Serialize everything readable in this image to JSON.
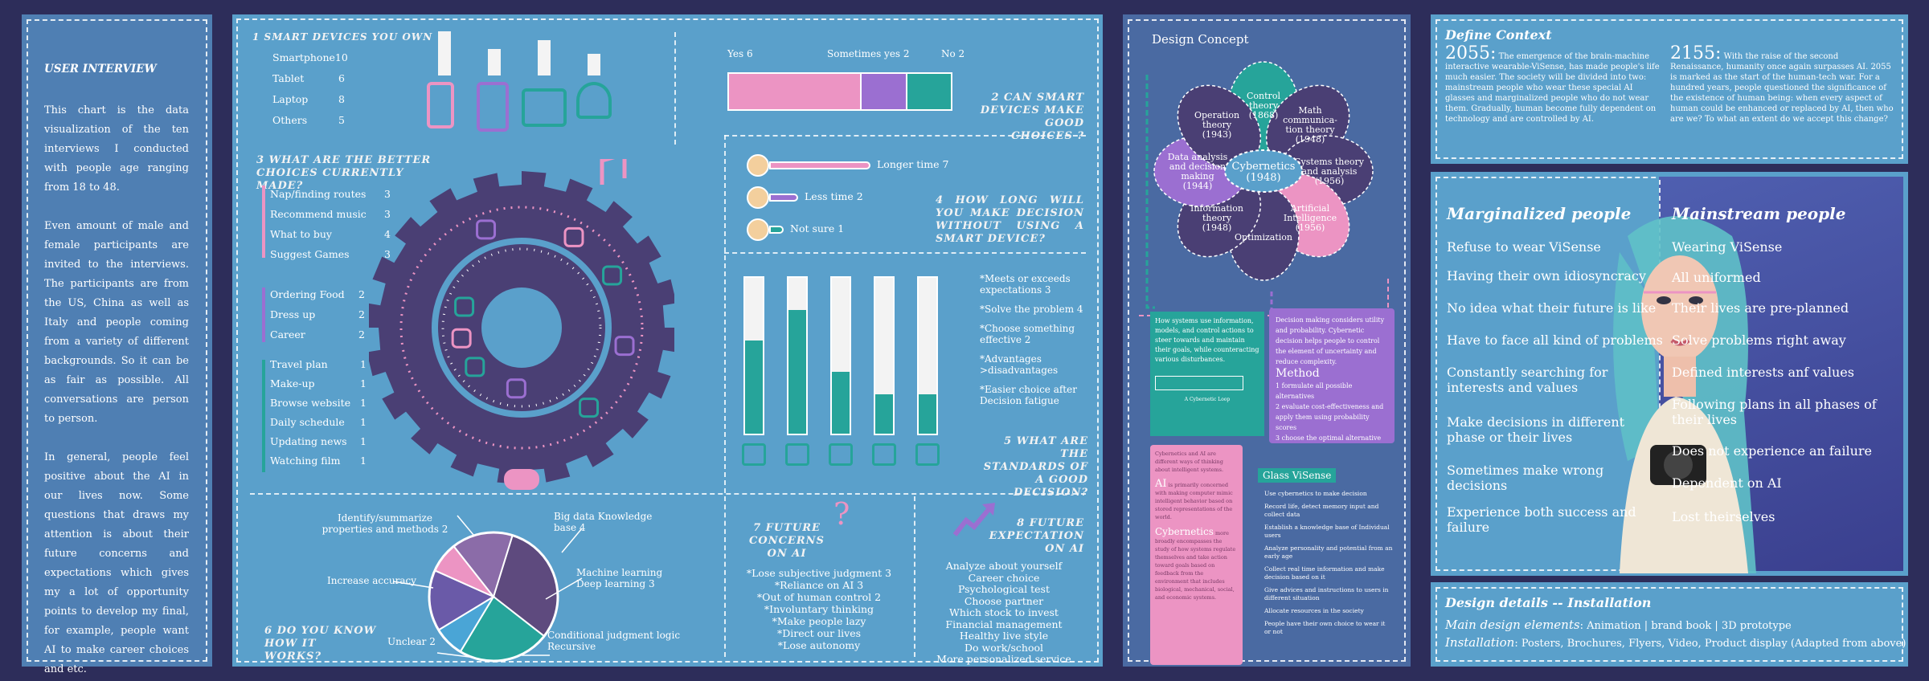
{
  "interview": {
    "title": "USER INTERVIEW",
    "p1": "This chart is the data visualization of the ten interviews I conducted with people age ranging from 18 to 48.",
    "p2": "Even amount of male and female participants are invited to the interviews. The participants are from the US, China as well as Italy and people coming from a variety of different backgrounds. So it can be as fair as possible. All conversations are person to person.",
    "p3": "In general, people feel positive about the AI in our lives now. Some questions that draws my attention is about their future concerns and expectations which gives my a lot of opportunity points to develop my final, for example, people want AI to make career choices and etc."
  },
  "q1": {
    "title": "1 SMART DEVICES YOU OWN",
    "rows": [
      {
        "label": "Smartphone",
        "value": "10"
      },
      {
        "label": "Tablet",
        "value": "6"
      },
      {
        "label": "Laptop",
        "value": "8"
      },
      {
        "label": "Others",
        "value": "5"
      }
    ],
    "levels": [
      10,
      6,
      8,
      5
    ]
  },
  "q2": {
    "title": "2 CAN SMART DEVICES MAKE GOOD CHOICES ?",
    "labels": [
      {
        "text": "Yes  6",
        "value": 6,
        "color": "#ec94c3"
      },
      {
        "text": "Sometimes yes 2",
        "value": 2,
        "color": "#9b6fd1"
      },
      {
        "text": "No 2",
        "value": 2,
        "color": "#26a49a"
      }
    ]
  },
  "q3": {
    "title": "3 WHAT ARE THE BETTER CHOICES CURRENTLY MADE?",
    "g1": [
      {
        "label": "Nap/finding routes",
        "value": "3"
      },
      {
        "label": "Recommend music",
        "value": "3"
      },
      {
        "label": "What to buy",
        "value": "4"
      },
      {
        "label": "Suggest Games",
        "value": "3"
      }
    ],
    "g2": [
      {
        "label": "Ordering Food",
        "value": "2"
      },
      {
        "label": "Dress up",
        "value": "2"
      },
      {
        "label": "Career",
        "value": "2"
      }
    ],
    "g3": [
      {
        "label": "Travel plan",
        "value": "1"
      },
      {
        "label": "Make-up",
        "value": "1"
      },
      {
        "label": "Browse website",
        "value": "1"
      },
      {
        "label": "Daily schedule",
        "value": "1"
      },
      {
        "label": "Updating news",
        "value": "1"
      },
      {
        "label": "Watching film",
        "value": "1"
      }
    ]
  },
  "q4": {
    "title": "4 HOW LONG WILL YOU MAKE DECISION WITHOUT USING A SMART DEVICE?",
    "rows": [
      {
        "label": "Longer time 7",
        "value": 7,
        "color": "#ec94c3"
      },
      {
        "label": "Less time 2",
        "value": 2,
        "color": "#9b6fd1"
      },
      {
        "label": "Not sure 1",
        "value": 1,
        "color": "#26a49a"
      }
    ]
  },
  "q5": {
    "title": "5 WHAT ARE THE STANDARDS OF A GOOD DECISION?",
    "items": [
      "*Meets or exceeds expectations 3",
      "*Solve the problem 4",
      "*Choose something effective 2",
      "*Advantages >disadvantages",
      "*Easier choice after Decision fatigue"
    ],
    "levels": [
      3,
      4,
      2,
      1,
      1
    ]
  },
  "q6": {
    "title": "6 DO YOU KNOW HOW IT WORKS?",
    "labels": [
      "Identify/summarize properties and methods 2",
      "Big data Knowledge base 4",
      "Machine learning Deep learning 3",
      "Conditional judgment logic Recursive",
      "Unclear 2",
      "Increase accuracy"
    ],
    "slices": [
      {
        "value": 4,
        "color": "#5e4a7e"
      },
      {
        "value": 3,
        "color": "#26a49a"
      },
      {
        "value": 1,
        "color": "#4aa5d6"
      },
      {
        "value": 2,
        "color": "#6a5aa8"
      },
      {
        "value": 1,
        "color": "#ec94c3"
      },
      {
        "value": 2,
        "color": "#8b6ca8"
      }
    ]
  },
  "q7": {
    "title": "7 FUTURE CONCERNS ON AI",
    "items": [
      "*Lose subjective judgment 3",
      "*Reliance on AI 3",
      "*Out of human control 2",
      "*Involuntary thinking",
      "*Make people lazy",
      "*Direct our lives",
      "*Lose autonomy"
    ]
  },
  "q8": {
    "title": "8 FUTURE EXPECTATION ON AI",
    "items": [
      "Analyze about yourself",
      "Career choice",
      "Psychological test",
      "Choose partner",
      "Which stock to invest",
      "Financial management",
      "Healthy live style",
      "Do work/school",
      "More personalized service"
    ]
  },
  "concept": {
    "title": "Design Concept",
    "petals": [
      "Control theory (1868)",
      "Math communication theory (1948)",
      "Systems theory and analysis (1956)",
      "Artificial Intelligence (1956)",
      "Optimization",
      "Information theory (1948)",
      "Data analysis and decision making (1944)",
      "Operation theory (1943)"
    ],
    "center": "Cybernetics (1948)",
    "box1": "How systems use information, models, and control actions to steer towards and maintain their goals, while counteracting various disturbances.",
    "loop": "A Cybernetic Loop",
    "box2": "Decision making considers utility and probability. Cybernetic decision helps people to control the element of uncertainty and reduce complexity.",
    "method": "Method",
    "steps": [
      "1 formulate all possible alternatives",
      "2 evaluate cost-effectiveness and apply them using probability scores",
      "3 choose the optimal alternative"
    ],
    "pink1": "Cybernetics and AI are different ways of thinking about intelligent systems.",
    "pink2a": "AI",
    "pink2": "is primarily concerned with making computer mimic intelligent behavior based on stored representations of the world.",
    "pink3a": "Cybernetics",
    "pink3": "more broadly encompasses the study of how systems regulate themselves and take action toward goals based on feedback from the environment that includes biological, mechanical, social, and economic systems.",
    "glass": "Glass ViSense",
    "gitems": [
      "Use cybernetics to make decision",
      "Record life, detect memory input and collect data",
      "Establish a knowledge base of Individual users",
      "Analyze personality and potential from an early age",
      "Collect real time information and make decision based on it",
      "Give advices and instructions to users in different situation",
      "Allocate resources in the society",
      "People have their own choice to wear it or not"
    ]
  },
  "context": {
    "title": "Define Context",
    "y1": "2055:",
    "t1": "The emergence of the brain-machine interactive wearable-ViSense, has made people's life much easier. The society will be divided into two: mainstream people who wear these special AI glasses and marginalized people who do not wear them. Gradually, human become fully dependent on technology and are controlled by AI.",
    "y2": "2155:",
    "t2": "With the raise of the second Renaissance, humanity once again surpasses AI. 2055 is marked as the start of the human-tech war. For a hundred years, people questioned the significance of the existence of human being: when every aspect of human could be enhanced or replaced by AI, then who are we? To what an extent do we accept this change?"
  },
  "people": {
    "left_title": "Marginalized people",
    "right_title": "Mainstream people",
    "left": [
      "Refuse to wear ViSense",
      "Having their own idiosyncracy",
      "No idea what their future is like",
      "Have to face all kind of problems",
      "Constantly searching for interests and values",
      "Make decisions in different phase or their lives",
      "Sometimes make wrong decisions",
      "Experience both success and failure"
    ],
    "right": [
      "Wearing ViSense",
      "All uniformed",
      "Their lives are pre-planned",
      "Solve problems right away",
      "Defined interests anf values",
      "Following plans in all phases of their lives",
      "Does not experience an failure",
      "Dependent on AI",
      "Lost theirselves"
    ]
  },
  "details": {
    "title": "Design details -- Installation",
    "l1a": "Main design elements",
    "l1b": ": Animation | brand book | 3D prototype",
    "l2a": "Installation",
    "l2b": ": Posters, Brochures, Flyers, Video, Product display (Adapted from above)"
  }
}
